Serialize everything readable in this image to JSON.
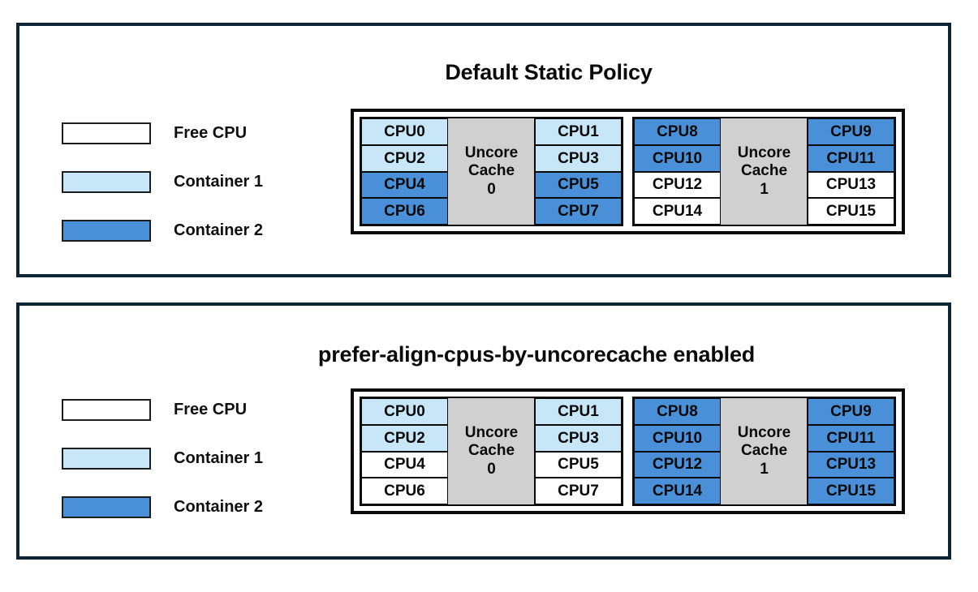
{
  "colors": {
    "free": "#ffffff",
    "container1": "#c7e6f7",
    "container2": "#4a90d9",
    "cache": "#d0d0d0",
    "panel_border": "#0d2436",
    "box_border": "#0a0a0a"
  },
  "panels": [
    {
      "title": "Default Static Policy",
      "legend": [
        {
          "label": "Free CPU",
          "color": "#ffffff"
        },
        {
          "label": "Container 1",
          "color": "#c7e6f7"
        },
        {
          "label": "Container 2",
          "color": "#4a90d9"
        }
      ],
      "groups": [
        {
          "cache_line1": "Uncore",
          "cache_line2": "Cache",
          "cache_index": "0",
          "left_column": [
            {
              "label": "CPU0",
              "color": "#c7e6f7",
              "owner": "Container 1"
            },
            {
              "label": "CPU2",
              "color": "#c7e6f7",
              "owner": "Container 1"
            },
            {
              "label": "CPU4",
              "color": "#4a90d9",
              "owner": "Container 2"
            },
            {
              "label": "CPU6",
              "color": "#4a90d9",
              "owner": "Container 2"
            }
          ],
          "right_column": [
            {
              "label": "CPU1",
              "color": "#c7e6f7",
              "owner": "Container 1"
            },
            {
              "label": "CPU3",
              "color": "#c7e6f7",
              "owner": "Container 1"
            },
            {
              "label": "CPU5",
              "color": "#4a90d9",
              "owner": "Container 2"
            },
            {
              "label": "CPU7",
              "color": "#4a90d9",
              "owner": "Container 2"
            }
          ]
        },
        {
          "cache_line1": "Uncore",
          "cache_line2": "Cache",
          "cache_index": "1",
          "left_column": [
            {
              "label": "CPU8",
              "color": "#4a90d9",
              "owner": "Container 2"
            },
            {
              "label": "CPU10",
              "color": "#4a90d9",
              "owner": "Container 2"
            },
            {
              "label": "CPU12",
              "color": "#ffffff",
              "owner": "Free CPU"
            },
            {
              "label": "CPU14",
              "color": "#ffffff",
              "owner": "Free CPU"
            }
          ],
          "right_column": [
            {
              "label": "CPU9",
              "color": "#4a90d9",
              "owner": "Container 2"
            },
            {
              "label": "CPU11",
              "color": "#4a90d9",
              "owner": "Container 2"
            },
            {
              "label": "CPU13",
              "color": "#ffffff",
              "owner": "Free CPU"
            },
            {
              "label": "CPU15",
              "color": "#ffffff",
              "owner": "Free CPU"
            }
          ]
        }
      ]
    },
    {
      "title": "prefer-align-cpus-by-uncorecache enabled",
      "legend": [
        {
          "label": "Free CPU",
          "color": "#ffffff"
        },
        {
          "label": "Container 1",
          "color": "#c7e6f7"
        },
        {
          "label": "Container 2",
          "color": "#4a90d9"
        }
      ],
      "groups": [
        {
          "cache_line1": "Uncore",
          "cache_line2": "Cache",
          "cache_index": "0",
          "left_column": [
            {
              "label": "CPU0",
              "color": "#c7e6f7",
              "owner": "Container 1"
            },
            {
              "label": "CPU2",
              "color": "#c7e6f7",
              "owner": "Container 1"
            },
            {
              "label": "CPU4",
              "color": "#ffffff",
              "owner": "Free CPU"
            },
            {
              "label": "CPU6",
              "color": "#ffffff",
              "owner": "Free CPU"
            }
          ],
          "right_column": [
            {
              "label": "CPU1",
              "color": "#c7e6f7",
              "owner": "Container 1"
            },
            {
              "label": "CPU3",
              "color": "#c7e6f7",
              "owner": "Container 1"
            },
            {
              "label": "CPU5",
              "color": "#ffffff",
              "owner": "Free CPU"
            },
            {
              "label": "CPU7",
              "color": "#ffffff",
              "owner": "Free CPU"
            }
          ]
        },
        {
          "cache_line1": "Uncore",
          "cache_line2": "Cache",
          "cache_index": "1",
          "left_column": [
            {
              "label": "CPU8",
              "color": "#4a90d9",
              "owner": "Container 2"
            },
            {
              "label": "CPU10",
              "color": "#4a90d9",
              "owner": "Container 2"
            },
            {
              "label": "CPU12",
              "color": "#4a90d9",
              "owner": "Container 2"
            },
            {
              "label": "CPU14",
              "color": "#4a90d9",
              "owner": "Container 2"
            }
          ],
          "right_column": [
            {
              "label": "CPU9",
              "color": "#4a90d9",
              "owner": "Container 2"
            },
            {
              "label": "CPU11",
              "color": "#4a90d9",
              "owner": "Container 2"
            },
            {
              "label": "CPU13",
              "color": "#4a90d9",
              "owner": "Container 2"
            },
            {
              "label": "CPU15",
              "color": "#4a90d9",
              "owner": "Container 2"
            }
          ]
        }
      ]
    }
  ]
}
